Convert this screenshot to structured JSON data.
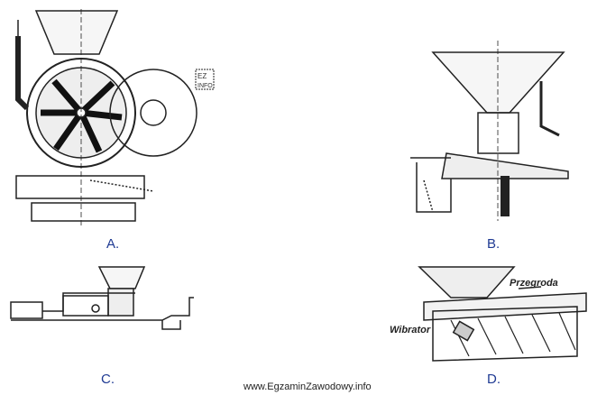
{
  "labels": {
    "a": "A.",
    "b": "B.",
    "c": "C.",
    "d": "D."
  },
  "annotations": {
    "partition": "Przegroda",
    "vibrator": "Wibrator"
  },
  "watermark": "EZ INFO",
  "footer": "www.EgzaminZawodowy.info"
}
